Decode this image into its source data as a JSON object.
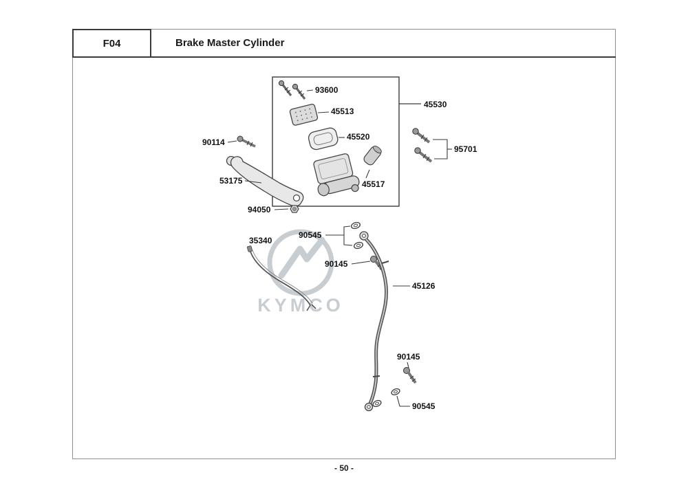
{
  "page": {
    "code": "F04",
    "title": "Brake Master Cylinder",
    "page_number": "- 50 -",
    "watermark": "KYMCO"
  },
  "colors": {
    "watermark": "#c3c8cd",
    "line": "#3a3a3a"
  },
  "parts": {
    "screw_set": "93600",
    "cap": "45513",
    "diaphragm": "45520",
    "master_cylinder_assy": "45530",
    "flange_bolts": "95701",
    "lever_pivot_bolt": "90114",
    "brake_lever": "53175",
    "boot": "45517",
    "pivot_nut": "94050",
    "sealing_washer_upper": "90545",
    "throttle_cable": "35340",
    "oil_bolt_upper": "90145",
    "brake_hose": "45126",
    "oil_bolt_lower": "90145",
    "sealing_washer_lower": "90545"
  }
}
